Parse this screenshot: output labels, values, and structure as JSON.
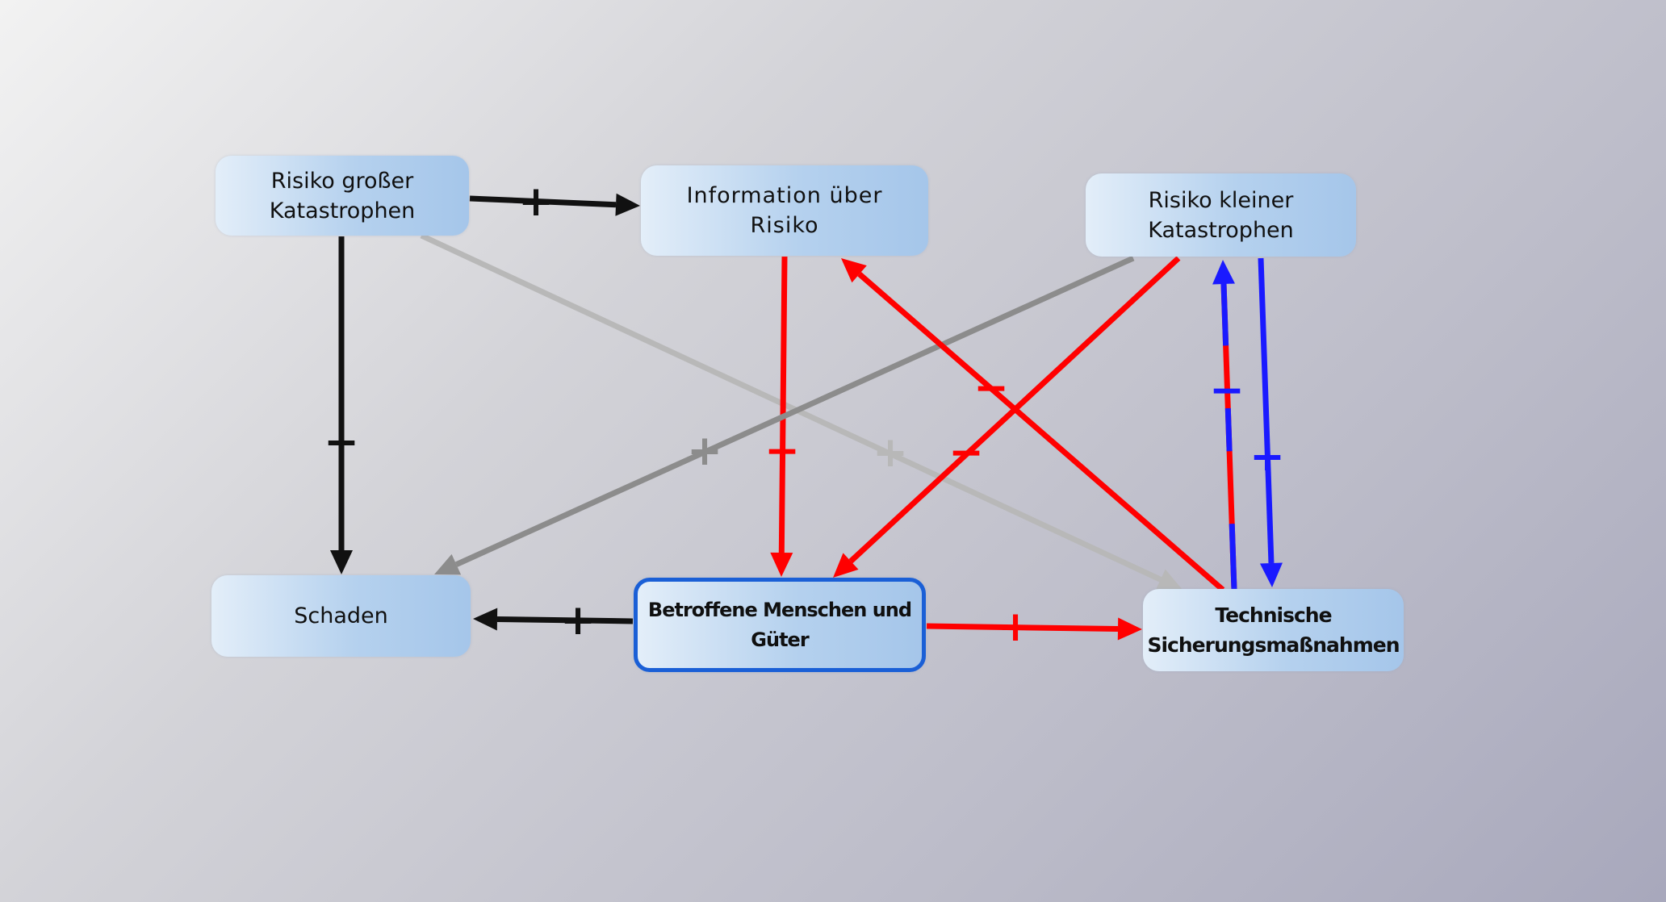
{
  "nodes": {
    "risiko_gross": "Risiko großer\nKatastrophen",
    "information": "Information über\nRisiko",
    "risiko_klein": "Risiko kleiner\nKatastrophen",
    "schaden": "Schaden",
    "betroffene": "Betroffene Menschen und\nGüter",
    "technische": "Technische\nSicherungsmaßnahmen"
  },
  "edges": [
    {
      "from": "risiko_gross",
      "to": "information",
      "sign": "+",
      "color": "#111111"
    },
    {
      "from": "risiko_gross",
      "to": "schaden",
      "sign": "+",
      "color": "#111111"
    },
    {
      "from": "risiko_gross",
      "to": "technische",
      "sign": "+",
      "color": "#b8b8b8"
    },
    {
      "from": "information",
      "to": "betroffene",
      "sign": "−",
      "color": "#ff0000"
    },
    {
      "from": "risiko_klein",
      "to": "schaden",
      "sign": "+",
      "color": "#8c8c8c"
    },
    {
      "from": "risiko_klein",
      "to": "betroffene",
      "sign": "−",
      "color": "#ff0000"
    },
    {
      "from": "technische",
      "to": "information",
      "sign": "−",
      "color": "#ff0000"
    },
    {
      "from": "technische",
      "to": "risiko_klein",
      "sign": "−",
      "color": "#ff0000",
      "accent": "#1a1aff"
    },
    {
      "from": "risiko_klein",
      "to": "technische",
      "sign": "+",
      "color": "#1a1aff"
    },
    {
      "from": "betroffene",
      "to": "schaden",
      "sign": "+",
      "color": "#111111"
    },
    {
      "from": "betroffene",
      "to": "technische",
      "sign": "+",
      "color": "#ff0000"
    }
  ]
}
